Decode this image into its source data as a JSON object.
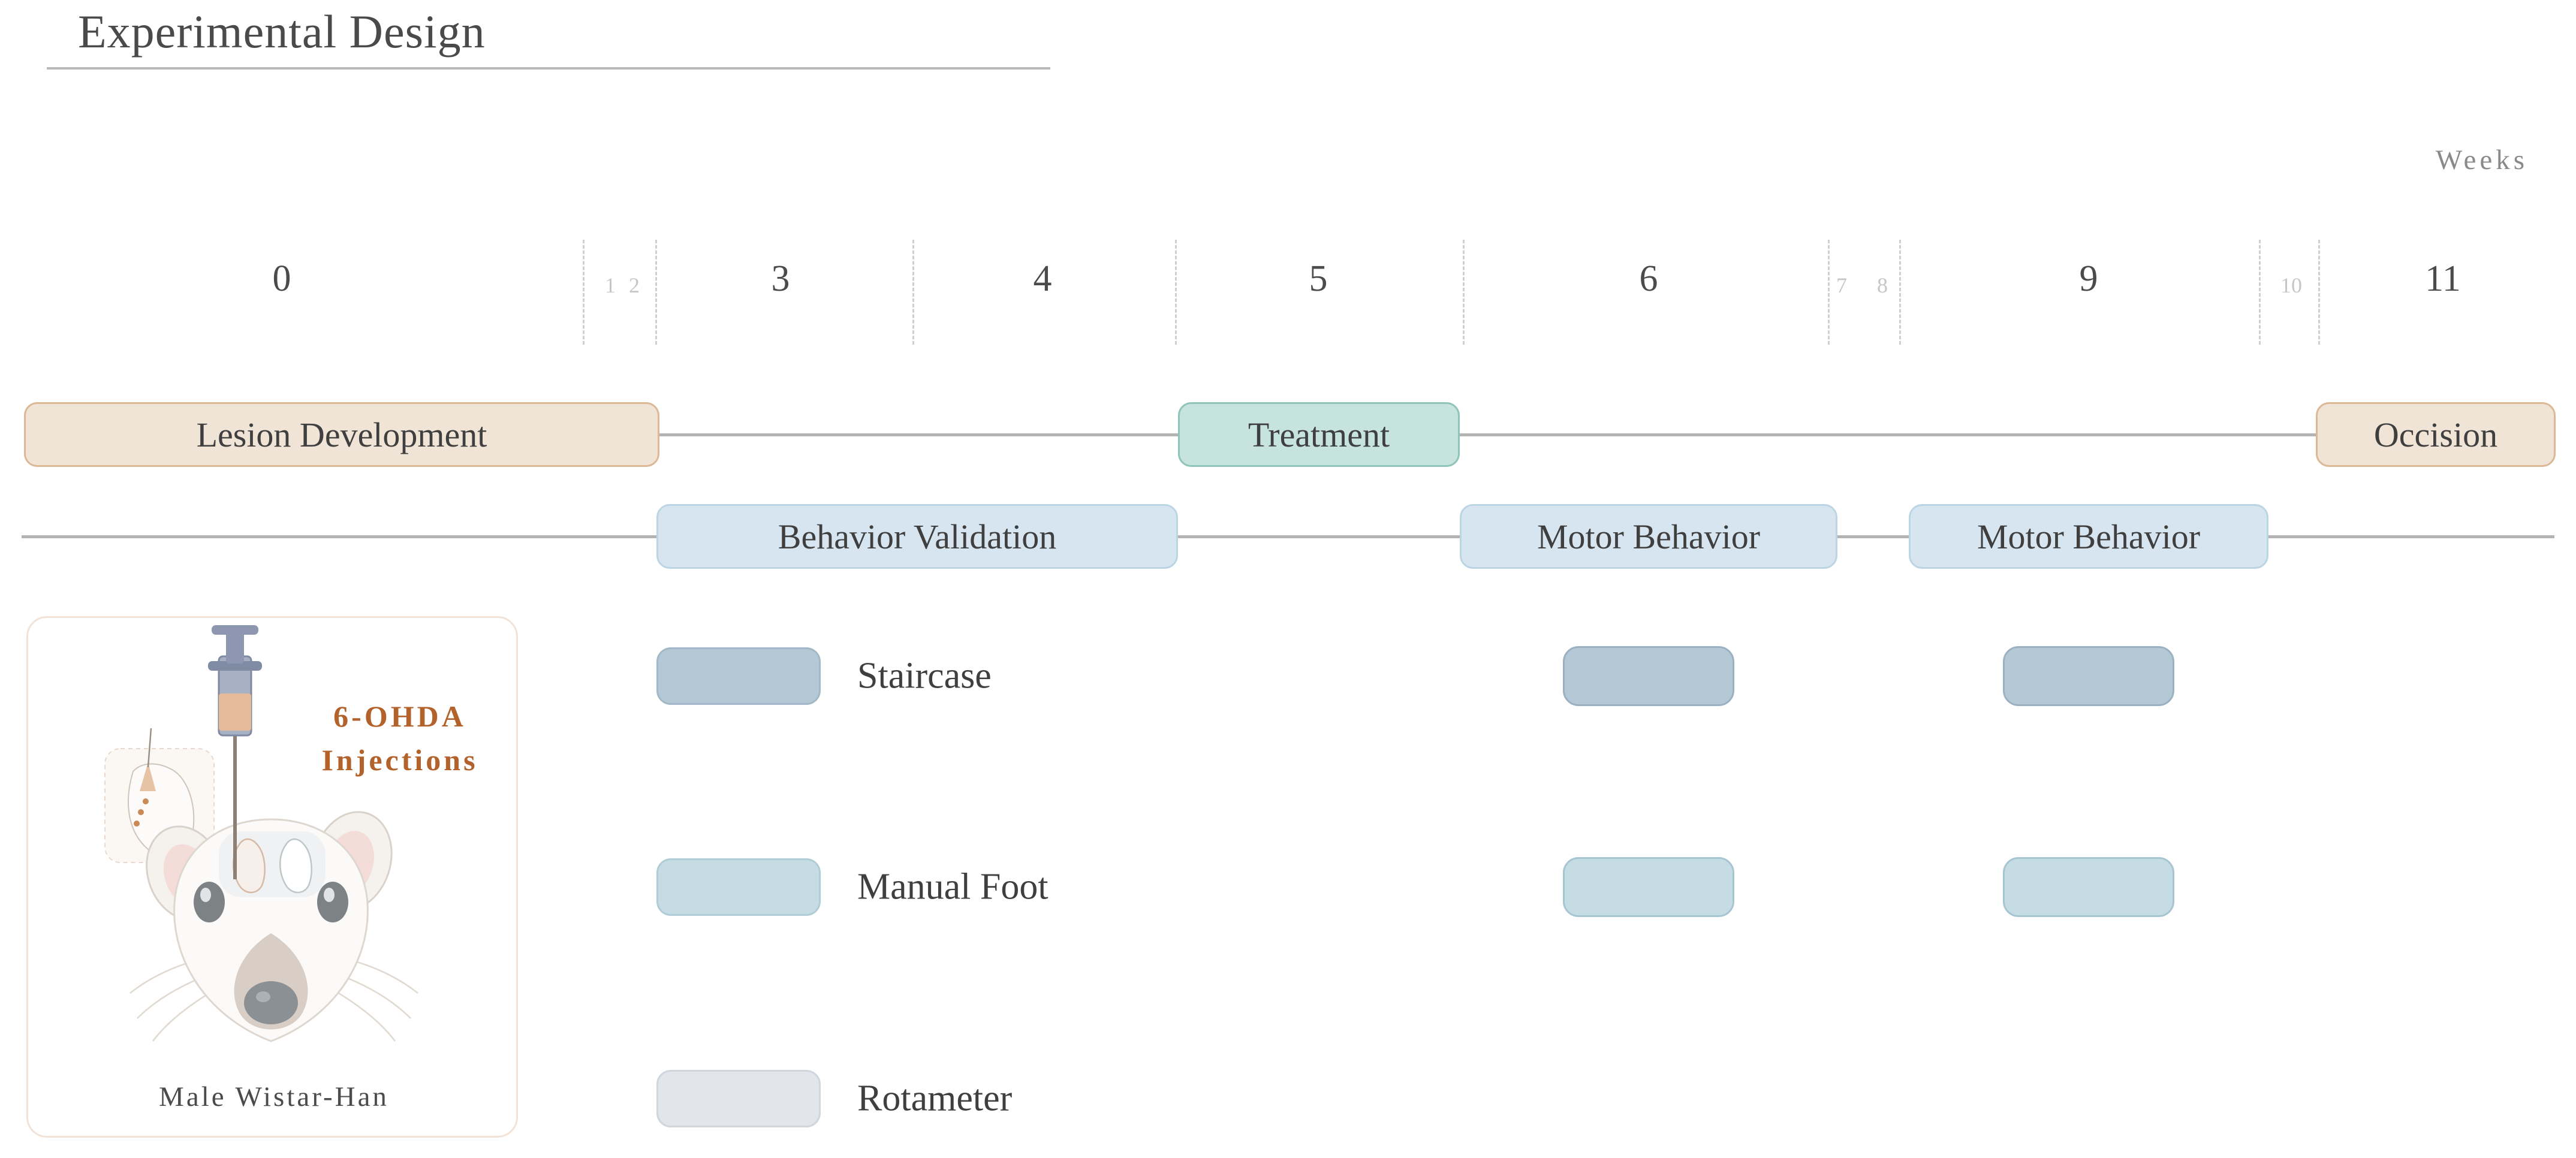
{
  "figure": {
    "title": "Experimental Design",
    "axis_caption": "Weeks"
  },
  "chart_data": {
    "type": "timeline",
    "title": "Experimental Design",
    "xlabel": "Weeks",
    "xlim": [
      0,
      11
    ],
    "grid": true,
    "axis": {
      "major_ticks": [
        {
          "label": "0",
          "week": 0
        },
        {
          "label": "3",
          "week": 3
        },
        {
          "label": "4",
          "week": 4
        },
        {
          "label": "5",
          "week": 5
        },
        {
          "label": "6",
          "week": 6
        },
        {
          "label": "9",
          "week": 9
        },
        {
          "label": "11",
          "week": 11
        }
      ],
      "minor_ticks": [
        {
          "label": "1",
          "week": 1
        },
        {
          "label": "2",
          "week": 2
        },
        {
          "label": "7",
          "week": 7
        },
        {
          "label": "8",
          "week": 8
        },
        {
          "label": "10",
          "week": 10
        }
      ],
      "gridline_weeks": [
        0.7,
        1.85,
        3.5,
        4.5,
        5.5,
        6.6,
        7.5,
        9.5,
        10.3
      ]
    },
    "tracks": [
      {
        "name": "phase-track",
        "events": [
          {
            "label": "Lesion Development",
            "start_week": 0,
            "end_week": 2,
            "style": "beige"
          },
          {
            "label": "Treatment",
            "start_week": 5,
            "end_week": 5,
            "style": "mint"
          },
          {
            "label": "Occision",
            "start_week": 11,
            "end_week": 11,
            "style": "beige"
          }
        ]
      },
      {
        "name": "assessment-track",
        "events": [
          {
            "label": "Behavior Validation",
            "start_week": 3,
            "end_week": 4,
            "style": "blue"
          },
          {
            "label": "Motor Behavior",
            "start_week": 6,
            "end_week": 6,
            "style": "blue"
          },
          {
            "label": "Motor Behavior",
            "start_week": 9,
            "end_week": 9,
            "style": "blue"
          }
        ]
      }
    ],
    "assays": [
      {
        "name": "Staircase",
        "color": "#b5c8d6",
        "border": "#9ab1c3",
        "timepoints": [
          6,
          9
        ]
      },
      {
        "name": "Manual Foot",
        "color": "#c6dce4",
        "border": "#a6c5d2",
        "timepoints": [
          6,
          9
        ]
      },
      {
        "name": "Rotameter",
        "color": "#e2e5ea",
        "border": "#ced3da",
        "timepoints": []
      }
    ]
  },
  "phases": [
    {
      "label": "Lesion Development",
      "style": "beige"
    },
    {
      "label": "Treatment",
      "style": "mint"
    },
    {
      "label": "Occision",
      "style": "beige"
    }
  ],
  "assessments": [
    {
      "label": "Behavior Validation"
    },
    {
      "label": "Motor Behavior"
    },
    {
      "label": "Motor Behavior"
    }
  ],
  "assays": [
    {
      "label": "Staircase"
    },
    {
      "label": "Manual Foot"
    },
    {
      "label": "Rotameter"
    }
  ],
  "subject": {
    "drug_line1": "6-OHDA",
    "drug_line2": "Injections",
    "caption": "Male Wistar-Han"
  },
  "colors": {
    "beige_fill": "#efe4d6",
    "beige_border": "#dcb894",
    "mint_fill": "#c6e3dd",
    "mint_border": "#8ec4ba",
    "blue_fill": "#d6e5ef",
    "blue_border": "#bcd5e5",
    "staircase": "#b5c8d6",
    "manual_foot": "#c6dce4",
    "rotameter": "#e2e5ea",
    "accent_orange": "#b3622c",
    "track_line": "#b3b3b3",
    "text": "#3f3f3f"
  }
}
